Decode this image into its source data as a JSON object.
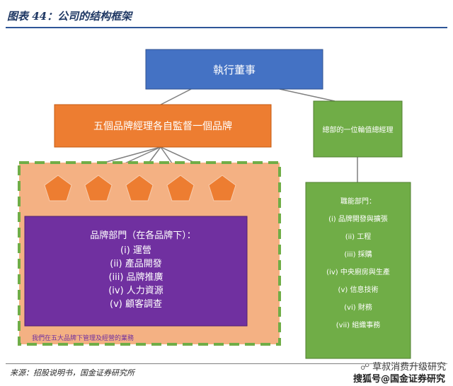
{
  "header": {
    "title": "图表 44：公司的结构框架"
  },
  "diagram": {
    "executive_director": "執行董事",
    "brand_managers": "五個品牌經理各自監督一個品牌",
    "general_manager": "總部的一位輪值總經理",
    "brand_departments": {
      "title": "品牌部門（在各品牌下）：",
      "items": [
        "(i) 運營",
        "(ii) 產品開發",
        "(iii) 品牌推廣",
        "(iv) 人力資源",
        "(v) 顧客調查"
      ]
    },
    "brand_footer": "我們在五大品牌下管理及經營的業務",
    "functional_departments": {
      "title": "職能部門：",
      "items": [
        "(i) 品牌開發與擴張",
        "(ii) 工程",
        "(iii) 採購",
        "(iv) 中央廚房與生產",
        "(v) 信息技術",
        "(vi) 財務",
        "(vii) 組織事務"
      ]
    },
    "colors": {
      "blue": "#4472c4",
      "orange": "#ed7d31",
      "green": "#70ad47",
      "purple": "#7030a0",
      "peach": "#f4b183"
    }
  },
  "footer": {
    "source": "来源：招股说明书，国金证券研究所",
    "watermark_brand": "草叔消费升级研究",
    "watermark_source": "搜狐号@国金证券研究"
  }
}
